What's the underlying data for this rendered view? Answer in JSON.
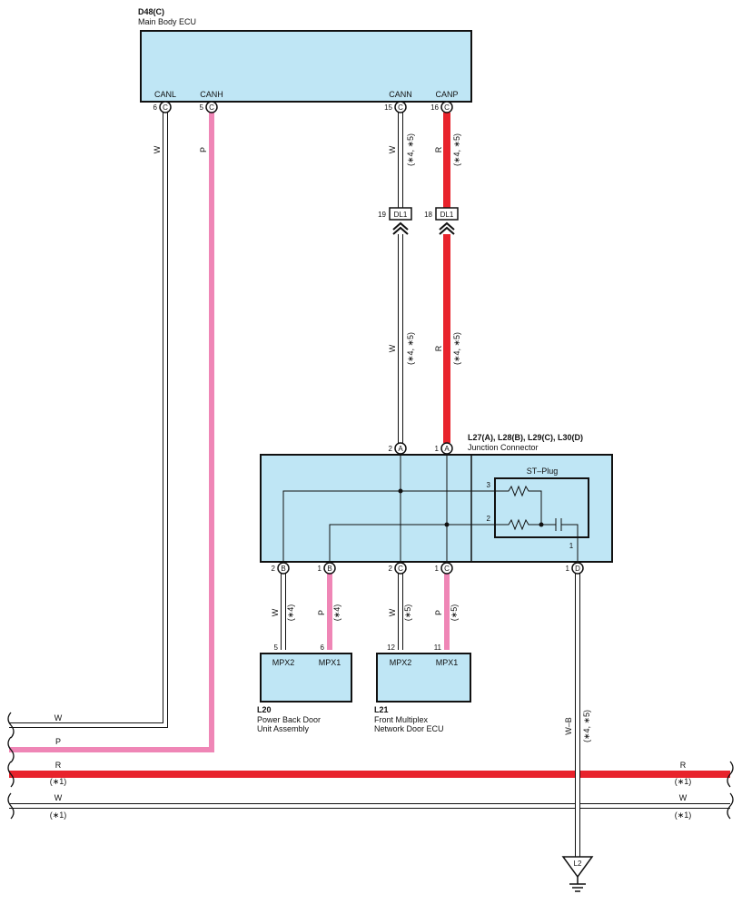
{
  "colors": {
    "component_fill": "#bfe6f5",
    "red_wire": "#e8232c",
    "pink_wire": "#ef86b6",
    "white_wire": "#ffffff",
    "outline": "#111111"
  },
  "ecu_d48": {
    "ref": "D48(C)",
    "name": "Main Body ECU",
    "terminals": {
      "canl": {
        "label": "CANL",
        "pin": "6",
        "conn": "C"
      },
      "canh": {
        "label": "CANH",
        "pin": "5",
        "conn": "C"
      },
      "cann": {
        "label": "CANN",
        "pin": "15",
        "conn": "C"
      },
      "canp": {
        "label": "CANP",
        "pin": "16",
        "conn": "C"
      }
    }
  },
  "wires": {
    "canl_color": "W",
    "canh_color": "P",
    "cann_color": "W",
    "cann_note": "(∗4, ∗5)",
    "canp_color": "R",
    "canp_note": "(∗4, ∗5)",
    "cann_lower_color": "W",
    "cann_lower_note": "(∗4, ∗5)",
    "canp_lower_color": "R",
    "canp_lower_note": "(∗4, ∗5)",
    "l20_mpx2_color": "W",
    "l20_mpx2_note": "(∗4)",
    "l20_mpx1_color": "P",
    "l20_mpx1_note": "(∗4)",
    "l21_mpx2_color": "W",
    "l21_mpx2_note": "(∗5)",
    "l21_mpx1_color": "P",
    "l21_mpx1_note": "(∗5)",
    "ground_color": "W–B",
    "ground_note": "(∗4, ∗5)"
  },
  "dl1_connectors": {
    "left": {
      "pin": "19",
      "name": "DL1"
    },
    "right": {
      "pin": "18",
      "name": "DL1"
    }
  },
  "junction": {
    "ref": "L27(A), L28(B), L29(C), L30(D)",
    "name": "Junction Connector",
    "st_plug": "ST–Plug",
    "st_pin3": "3",
    "st_pin2": "2",
    "st_pin1": "1",
    "top_pins": [
      {
        "pin": "2",
        "conn": "A"
      },
      {
        "pin": "1",
        "conn": "A"
      }
    ],
    "bottom_pins": [
      {
        "pin": "2",
        "conn": "B"
      },
      {
        "pin": "1",
        "conn": "B"
      },
      {
        "pin": "2",
        "conn": "C"
      },
      {
        "pin": "1",
        "conn": "C"
      },
      {
        "pin": "1",
        "conn": "D"
      }
    ]
  },
  "l20": {
    "ref": "L20",
    "name_line1": "Power Back Door",
    "name_line2": "Unit Assembly",
    "t1": "MPX2",
    "t2": "MPX1",
    "pin1": "5",
    "pin2": "6"
  },
  "l21": {
    "ref": "L21",
    "name_line1": "Front Multiplex",
    "name_line2": "Network Door ECU",
    "t1": "MPX2",
    "t2": "MPX1",
    "pin1": "12",
    "pin2": "11"
  },
  "bus": {
    "w_top": "W",
    "p": "P",
    "r_left": "R",
    "r_left_note": "(∗1)",
    "r_right": "R",
    "r_right_note": "(∗1)",
    "w_left": "W",
    "w_left_note": "(∗1)",
    "w_right": "W",
    "w_right_note": "(∗1)"
  },
  "ground": {
    "ref": "L2"
  }
}
